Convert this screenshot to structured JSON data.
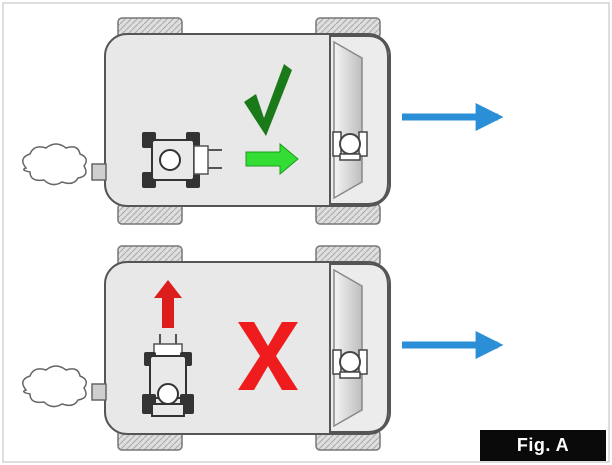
{
  "figure": {
    "label": "Fig. A"
  },
  "panels": [
    {
      "id": "correct",
      "mark": "check-icon",
      "mark_color": "#1a7a1a",
      "forklift_direction": "forward",
      "forklift_arrow_color": "#33dd33",
      "trailer_direction_arrow_color": "#2a8fd6"
    },
    {
      "id": "incorrect",
      "mark": "x-icon",
      "mark_color": "#ee1c1c",
      "forklift_direction": "sideways",
      "forklift_arrow_color": "#dd1c1c",
      "trailer_direction_arrow_color": "#2a8fd6"
    }
  ],
  "colors": {
    "trailer_fill": "#e8e8e8",
    "outline": "#555555",
    "tire_fill": "#dcdcdc"
  }
}
